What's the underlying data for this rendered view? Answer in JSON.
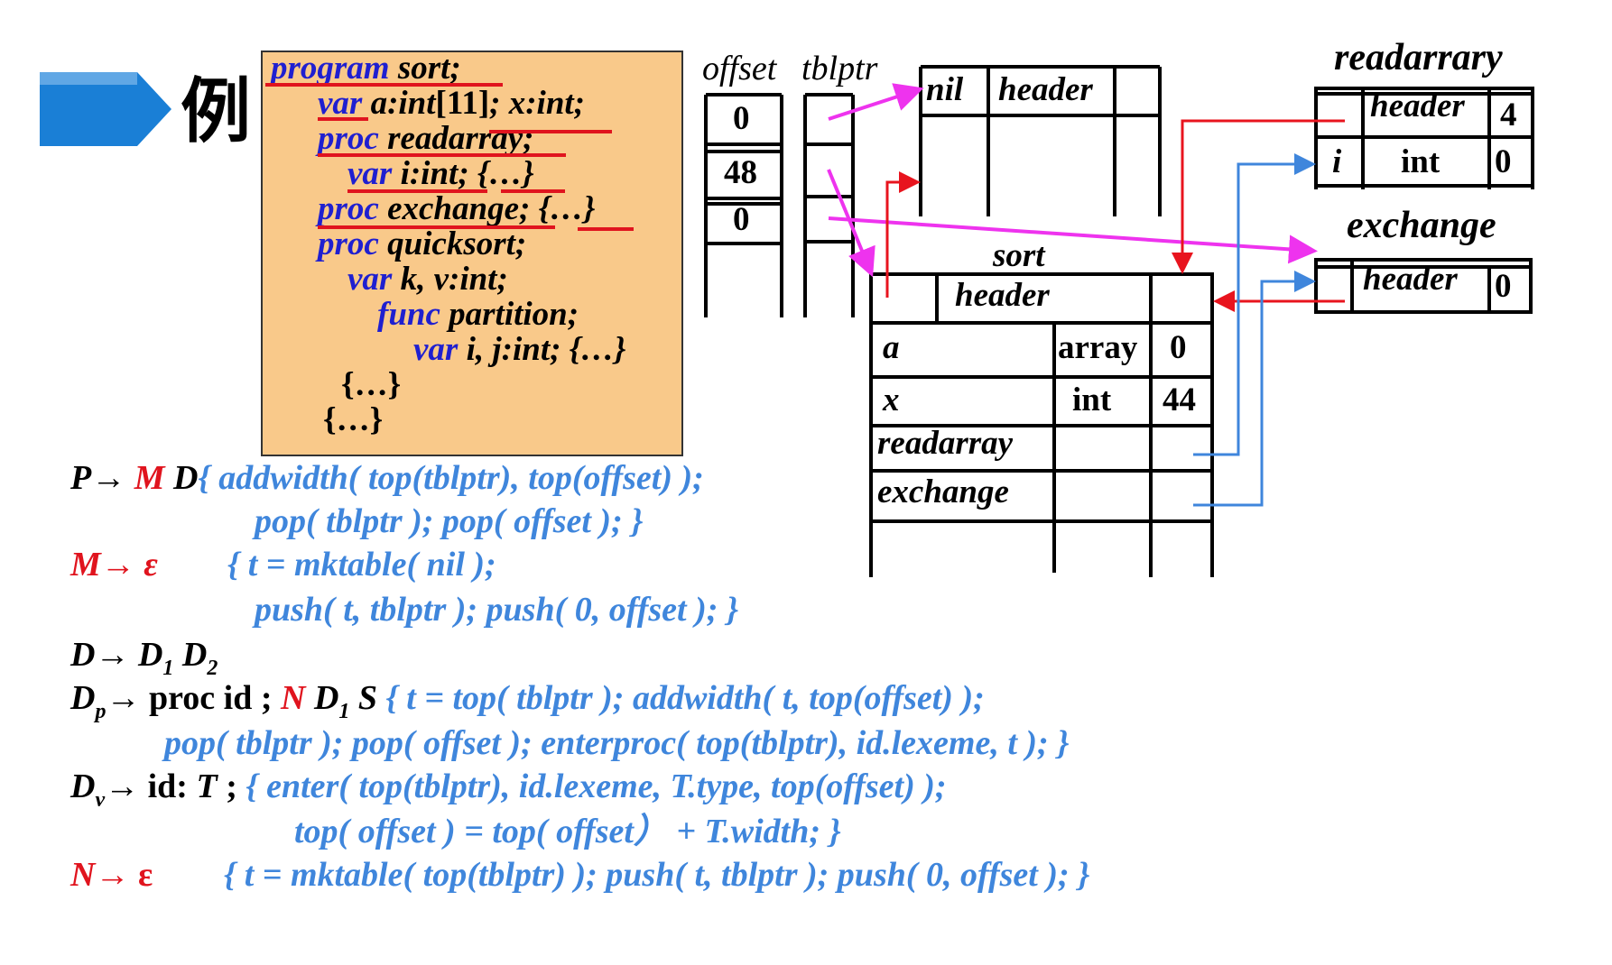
{
  "title_char": "例",
  "code": {
    "line1_kw": "program",
    "line1_rest": " sort;",
    "line2_kw": "var",
    "line2_a": " a:int",
    "line2_br": "[11]",
    "line2_rest": "; x:int;",
    "line3_kw": "proc",
    "line3_rest": " readarray;",
    "line4_kw": "var",
    "line4_rest": " i:int; {…}",
    "line5_kw": "proc",
    "line5_rest": " exchange; {…}",
    "line6_kw": "proc",
    "line6_rest": " quicksort;",
    "line7_kw": "var",
    "line7_rest": " k, v:int;",
    "line8_kw": "func",
    "line8_rest": " partition;",
    "line9_kw": "var",
    "line9_rest": " i, j:int; {…}",
    "line10": "{…}",
    "line11": "{…}"
  },
  "stacks": {
    "offset_label": "offset",
    "tblptr_label": "tblptr",
    "offset_values": [
      "0",
      "48",
      "0"
    ]
  },
  "tables": {
    "nil_table": {
      "nil": "nil",
      "header": "header"
    },
    "sort": {
      "title": "sort",
      "header": "header",
      "rows": [
        {
          "name": "a",
          "type": "array",
          "offset": "0"
        },
        {
          "name": "x",
          "type": "int",
          "offset": "44"
        },
        {
          "name": "readarray",
          "type": "",
          "offset": ""
        },
        {
          "name": "exchange",
          "type": "",
          "offset": ""
        }
      ]
    },
    "readarray": {
      "title": "readarrary",
      "header": "header",
      "width": "4",
      "row_name": "i",
      "row_type": "int",
      "row_offset": "0"
    },
    "exchange": {
      "title": "exchange",
      "header": "header",
      "width": "0"
    }
  },
  "grammar": {
    "r1_lhs": "P",
    "r1_arrow": "→",
    "r1_M": "M",
    "r1_D": "D",
    "r1_action": "{ addwidth( top(tblptr), top(offset) );",
    "r1_action2": "pop( tblptr ); pop( offset ); }",
    "r2_lhs": "M",
    "r2_arrow": "→",
    "r2_eps": "ε",
    "r2_action": "{ t = mktable( nil );",
    "r2_action2": "push( t, tblptr ); push( 0, offset ); }",
    "r3_lhs": "D",
    "r3_arrow": "→",
    "r3_rhs": "D",
    "r3_sub1": "1",
    "r3_rhs2": "D",
    "r3_sub2": "2",
    "r4_lhs": "D",
    "r4_sub": "p",
    "r4_arrow": "→",
    "r4_proc": "proc id ;",
    "r4_N": "N",
    "r4_D": "D",
    "r4_Dsub": "1",
    "r4_S": "S",
    "r4_action": "{ t = top( tblptr ); addwidth( t, top(offset) );",
    "r4_action2": "pop( tblptr ); pop( offset ); enterproc( top(tblptr), id.lexeme, t ); }",
    "r5_lhs": "D",
    "r5_sub": "v",
    "r5_arrow": "→",
    "r5_id": "id:",
    "r5_T": "T",
    "r5_semi": ";",
    "r5_action": "{ enter( top(tblptr), id.lexeme, T.type, top(offset) );",
    "r5_action2": "top( offset ) = top( offset） + T.width; }",
    "r6_lhs": "N",
    "r6_arrow": "→",
    "r6_eps": "ε",
    "r6_action": "{ t = mktable( top(tblptr) ); push( t, tblptr ); push( 0, offset ); }"
  },
  "colors": {
    "keyword_blue": "#1f1fd0",
    "red": "#e0141e",
    "action_blue": "#3f86dc",
    "magenta": "#ee33ee",
    "arrow_red": "#e8141e",
    "arrow_blue": "#3f86dc",
    "code_bg": "#f9c98a",
    "title_arrow": "#1a7fd6"
  }
}
